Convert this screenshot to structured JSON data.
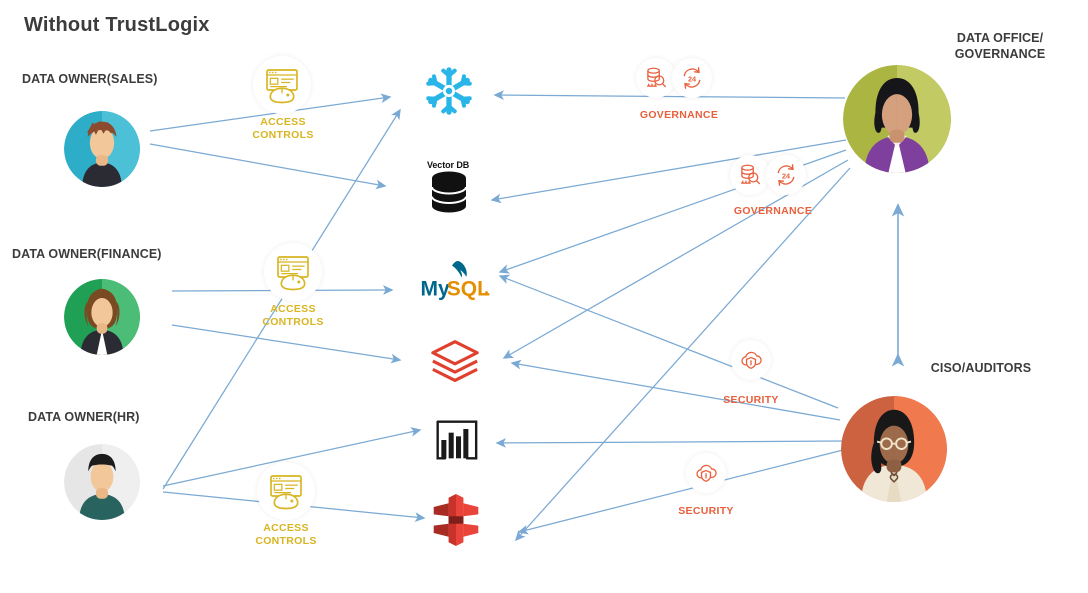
{
  "page": {
    "title": "Without TrustLogix",
    "background_color": "#ffffff"
  },
  "colors": {
    "arrow": "#7aa9d4",
    "access_controls": "#d8b522",
    "governance": "#e8603c",
    "security": "#e8603c",
    "title_text": "#3c3c3c",
    "snowflake": "#29b5e8",
    "mysql_blue": "#00678c",
    "mysql_orange": "#e48e00",
    "databricks": "#e0402e",
    "redshift": "#c8322a",
    "powerbi": "#1a1a1a",
    "vector_db": "#111111"
  },
  "data_owners": [
    {
      "id": "sales",
      "label": "DATA OWNER(SALES)",
      "avatar": "avatar-male-teal",
      "ring_color": "#2eadc8"
    },
    {
      "id": "finance",
      "label": "DATA OWNER(FINANCE)",
      "avatar": "avatar-female-green",
      "ring_color": "#22a45d"
    },
    {
      "id": "hr",
      "label": "DATA OWNER(HR)",
      "avatar": "avatar-male-grey",
      "ring_color": "#dedede"
    }
  ],
  "data_sources": [
    {
      "id": "snowflake",
      "name": "snowflake-icon",
      "caption": ""
    },
    {
      "id": "vectordb",
      "name": "vector-db-icon",
      "caption": "Vector DB"
    },
    {
      "id": "mysql",
      "name": "mysql-icon",
      "caption": ""
    },
    {
      "id": "databricks",
      "name": "databricks-icon",
      "caption": ""
    },
    {
      "id": "powerbi",
      "name": "power-bi-icon",
      "caption": ""
    },
    {
      "id": "redshift",
      "name": "aws-redshift-icon",
      "caption": ""
    }
  ],
  "access_control_groups": [
    {
      "id": "ac-sales",
      "label": "ACCESS\nCONTROLS",
      "line1": "ACCESS",
      "line2": "CONTROLS"
    },
    {
      "id": "ac-finance",
      "label": "ACCESS\nCONTROLS",
      "line1": "ACCESS",
      "line2": "CONTROLS"
    },
    {
      "id": "ac-hr",
      "label": "ACCESS\nCONTROLS",
      "line1": "ACCESS",
      "line2": "CONTROLS"
    }
  ],
  "governance_groups": [
    {
      "id": "gov-top",
      "label": "GOVERNANCE",
      "icons": [
        "database-search-icon",
        "cycle-24-icon"
      ]
    },
    {
      "id": "gov-middle",
      "label": "GOVERNANCE",
      "icons": [
        "database-search-icon",
        "cycle-24-icon"
      ]
    }
  ],
  "security_groups": [
    {
      "id": "sec-top",
      "label": "SECURITY",
      "icons": [
        "cloud-shield-icon"
      ]
    },
    {
      "id": "sec-bottom",
      "label": "SECURITY",
      "icons": [
        "cloud-shield-icon"
      ]
    }
  ],
  "personas": [
    {
      "id": "data-office",
      "line1": "DATA OFFICE/",
      "line2": "GOVERNANCE",
      "avatar": "avatar-woman-olive",
      "ring_color": "#b5bf4e"
    },
    {
      "id": "ciso",
      "line1": "CISO/AUDITORS",
      "line2": "",
      "avatar": "avatar-woman-orange",
      "ring_color": "#ee7d4f"
    }
  ],
  "connections": {
    "note": "Blue single-headed arrows: data owners -> data sources (left side); data office & CISO -> data sources (right side). One vertical double-headed arrow between the two right-hand personas.",
    "double_arrow": {
      "from": "ciso",
      "to": "data-office"
    }
  }
}
